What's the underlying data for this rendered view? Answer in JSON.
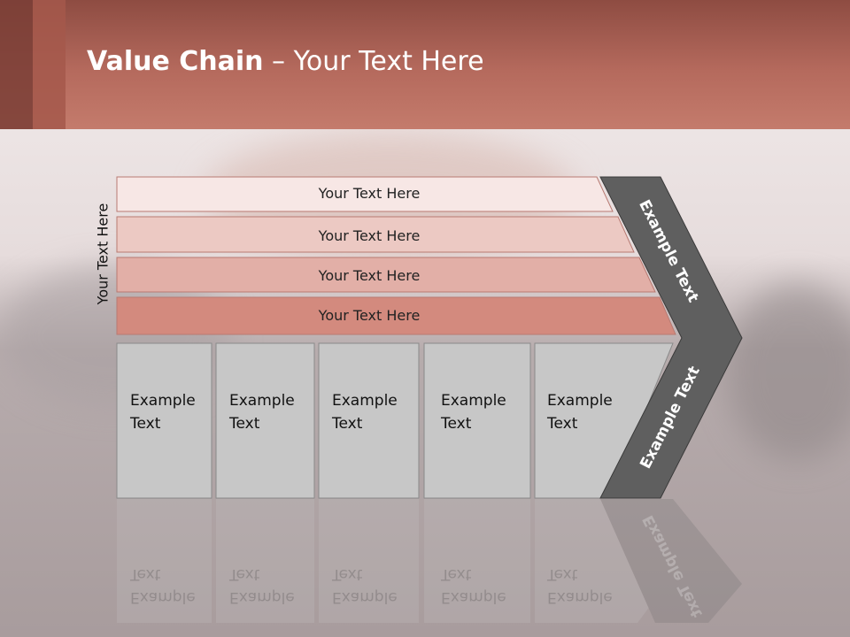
{
  "title": {
    "bold": "Value Chain",
    "rest": " – Your Text Here"
  },
  "side_label": "Your Text Here",
  "rows": [
    {
      "label": "Your Text Here",
      "color": "#f7e7e5"
    },
    {
      "label": "Your Text Here",
      "color": "#ecc9c3"
    },
    {
      "label": "Your Text Here",
      "color": "#e2afa7"
    },
    {
      "label": "Your Text Here",
      "color": "#d38a7e"
    }
  ],
  "boxes": [
    {
      "line1": "Example",
      "line2": "Text"
    },
    {
      "line1": "Example",
      "line2": "Text"
    },
    {
      "line1": "Example",
      "line2": "Text"
    },
    {
      "line1": "Example",
      "line2": "Text"
    },
    {
      "line1": "Example",
      "line2": "Text"
    }
  ],
  "chevron": {
    "upper": "Example Text",
    "lower": "Example Text",
    "color": "#5f5f5f"
  }
}
